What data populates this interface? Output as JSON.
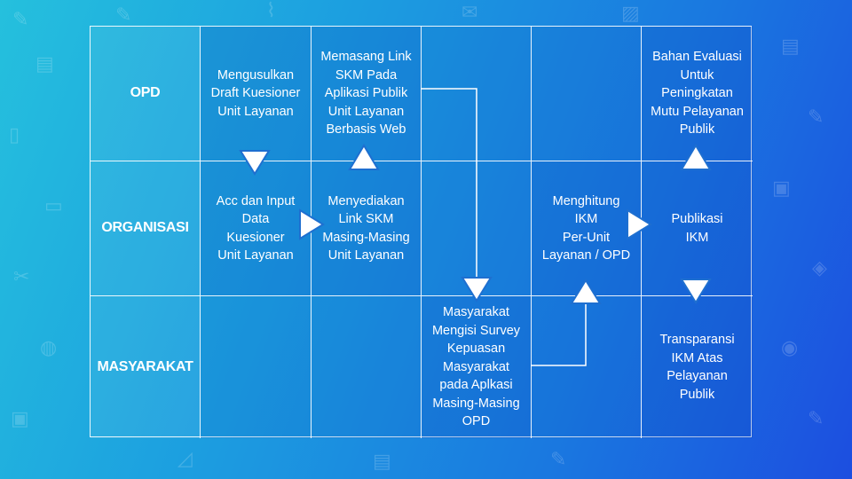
{
  "rows": [
    {
      "label": "OPD"
    },
    {
      "label": "ORGANISASI"
    },
    {
      "label": "MASYARAKAT"
    }
  ],
  "cells": {
    "opd_draft": "Mengusulkan\nDraft Kuesioner\nUnit Layanan",
    "opd_link": "Memasang Link\nSKM Pada\nAplikasi Publik\nUnit Layanan\nBerbasis Web",
    "opd_bahan": "Bahan Evaluasi\nUntuk\nPeningkatan\nMutu Pelayanan\nPublik",
    "org_acc": "Acc dan Input\nData\nKuesioner\nUnit Layanan",
    "org_link": "Menyediakan\nLink SKM\nMasing-Masing\nUnit Layanan",
    "org_hitung": "Menghitung\nIKM\nPer-Unit\nLayanan / OPD",
    "org_publikasi": "Publikasi\nIKM",
    "mas_survey": "Masyarakat\nMengisi Survey\nKepuasan\nMasyarakat\npada Aplkasi\nMasing-Masing\nOPD",
    "mas_transparansi": "Transparansi\nIKM Atas\nPelayanan\nPublik"
  },
  "colors": {
    "line": "#ffffff",
    "arrow_fill": "#ffffff",
    "arrow_stroke": "#1e6fd0"
  }
}
